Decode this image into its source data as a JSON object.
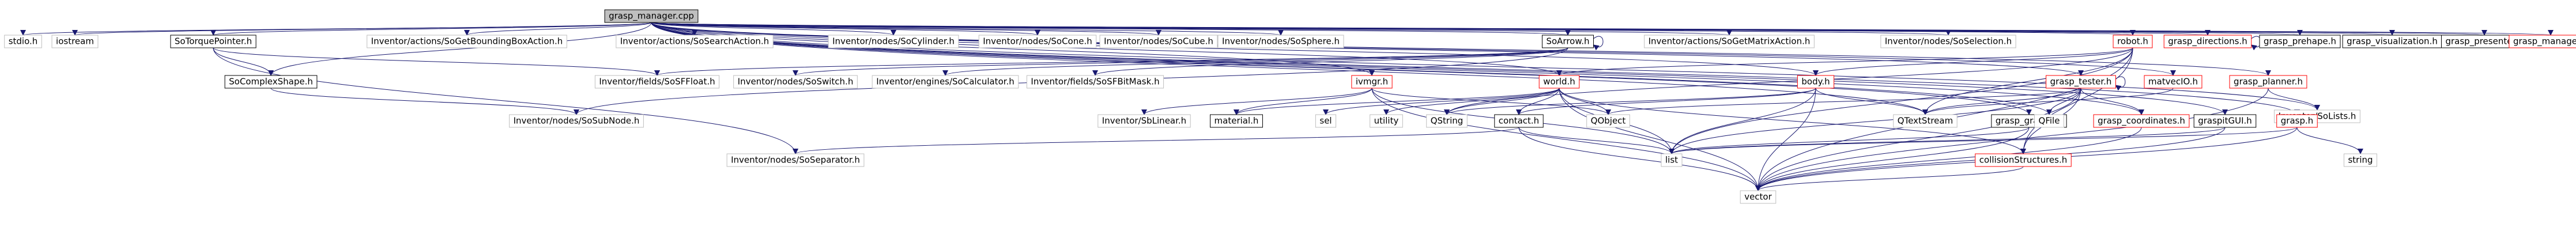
{
  "graph": {
    "root": {
      "id": "root",
      "label": "grasp_manager.cpp"
    },
    "nodes": [
      {
        "id": "stdio",
        "label": "stdio.h",
        "style": "external"
      },
      {
        "id": "iostream",
        "label": "iostream",
        "style": "external"
      },
      {
        "id": "sotorque",
        "label": "SoTorquePointer.h",
        "style": "documented"
      },
      {
        "id": "sogetbbox",
        "label": "Inventor/actions/SoGetBoundingBoxAction.h",
        "style": "external"
      },
      {
        "id": "sosearch",
        "label": "Inventor/actions/SoSearchAction.h",
        "style": "external"
      },
      {
        "id": "socylinder",
        "label": "Inventor/nodes/SoCylinder.h",
        "style": "external"
      },
      {
        "id": "socone",
        "label": "Inventor/nodes/SoCone.h",
        "style": "external"
      },
      {
        "id": "socube",
        "label": "Inventor/nodes/SoCube.h",
        "style": "external"
      },
      {
        "id": "sosphere",
        "label": "Inventor/nodes/SoSphere.h",
        "style": "external"
      },
      {
        "id": "soarrow",
        "label": "SoArrow.h",
        "style": "documented"
      },
      {
        "id": "sogetmatrix",
        "label": "Inventor/actions/SoGetMatrixAction.h",
        "style": "external"
      },
      {
        "id": "soselection",
        "label": "Inventor/nodes/SoSelection.h",
        "style": "external"
      },
      {
        "id": "robot",
        "label": "robot.h",
        "style": "cycle"
      },
      {
        "id": "graspdirections",
        "label": "grasp_directions.h",
        "style": "cycle"
      },
      {
        "id": "graspprehape",
        "label": "grasp_prehape.h",
        "style": "documented"
      },
      {
        "id": "graspvisualization",
        "label": "grasp_visualization.h",
        "style": "documented"
      },
      {
        "id": "graspplanner",
        "label": "grasp_planner.h",
        "style": "cycle"
      },
      {
        "id": "grasppresenter",
        "label": "grasp_presenter.h",
        "style": "documented"
      },
      {
        "id": "graspmanager",
        "label": "grasp_manager.h",
        "style": "cycle"
      },
      {
        "id": "socomplexshape",
        "label": "SoComplexShape.h",
        "style": "documented"
      },
      {
        "id": "sosffloat",
        "label": "Inventor/fields/SoSFFloat.h",
        "style": "external"
      },
      {
        "id": "soswitch",
        "label": "Inventor/nodes/SoSwitch.h",
        "style": "external"
      },
      {
        "id": "socalculator",
        "label": "Inventor/engines/SoCalculator.h",
        "style": "external"
      },
      {
        "id": "sosfbitmask",
        "label": "Inventor/fields/SoSFBitMask.h",
        "style": "external"
      },
      {
        "id": "ivmgr",
        "label": "ivmgr.h",
        "style": "cycle"
      },
      {
        "id": "world",
        "label": "world.h",
        "style": "cycle"
      },
      {
        "id": "body",
        "label": "body.h",
        "style": "cycle"
      },
      {
        "id": "grasptester",
        "label": "grasp_tester.h",
        "style": "cycle"
      },
      {
        "id": "matvecio",
        "label": "matvecIO.h",
        "style": "cycle"
      },
      {
        "id": "solists",
        "label": "Inventor/SoLists.h",
        "style": "external"
      },
      {
        "id": "sosubnode",
        "label": "Inventor/nodes/SoSubNode.h",
        "style": "external"
      },
      {
        "id": "sbl",
        "label": "Inventor/SbLinear.h",
        "style": "external"
      },
      {
        "id": "material",
        "label": "material.h",
        "style": "documented"
      },
      {
        "id": "sel",
        "label": "sel",
        "style": "external"
      },
      {
        "id": "utility",
        "label": "utility",
        "style": "external"
      },
      {
        "id": "qstring",
        "label": "QString",
        "style": "external"
      },
      {
        "id": "contact",
        "label": "contact.h",
        "style": "documented"
      },
      {
        "id": "qobject",
        "label": "QObject",
        "style": "external"
      },
      {
        "id": "qtextstream",
        "label": "QTextStream",
        "style": "external"
      },
      {
        "id": "graspgraspit",
        "label": "grasp_graspit.h",
        "style": "documented"
      },
      {
        "id": "qfile",
        "label": "QFile",
        "style": "external"
      },
      {
        "id": "graspcoordinates",
        "label": "grasp_coordinates.h",
        "style": "cycle"
      },
      {
        "id": "graspitgui",
        "label": "graspitGUI.h",
        "style": "documented"
      },
      {
        "id": "grasp",
        "label": "grasp.h",
        "style": "cycle"
      },
      {
        "id": "soseparator",
        "label": "Inventor/nodes/SoSeparator.h",
        "style": "external"
      },
      {
        "id": "list",
        "label": "list",
        "style": "external"
      },
      {
        "id": "collisionstructures",
        "label": "collisionStructures.h",
        "style": "cycle"
      },
      {
        "id": "string",
        "label": "string",
        "style": "external"
      },
      {
        "id": "vector",
        "label": "vector",
        "style": "external"
      }
    ],
    "edges": [
      [
        "root",
        "stdio"
      ],
      [
        "root",
        "iostream"
      ],
      [
        "root",
        "sotorque"
      ],
      [
        "root",
        "sogetbbox"
      ],
      [
        "root",
        "sosearch"
      ],
      [
        "root",
        "socylinder"
      ],
      [
        "root",
        "socone"
      ],
      [
        "root",
        "socube"
      ],
      [
        "root",
        "sosphere"
      ],
      [
        "root",
        "soarrow"
      ],
      [
        "root",
        "sogetmatrix"
      ],
      [
        "root",
        "soselection"
      ],
      [
        "root",
        "robot"
      ],
      [
        "root",
        "graspdirections"
      ],
      [
        "root",
        "graspprehape"
      ],
      [
        "root",
        "graspvisualization"
      ],
      [
        "root",
        "graspplanner"
      ],
      [
        "root",
        "grasppresenter"
      ],
      [
        "root",
        "graspmanager"
      ],
      [
        "root",
        "socomplexshape"
      ],
      [
        "root",
        "ivmgr"
      ],
      [
        "root",
        "world"
      ],
      [
        "root",
        "body"
      ],
      [
        "root",
        "grasptester"
      ],
      [
        "root",
        "matvecio"
      ],
      [
        "root",
        "graspgraspit"
      ],
      [
        "root",
        "graspcoordinates"
      ],
      [
        "root",
        "graspitgui"
      ],
      [
        "root",
        "grasp"
      ],
      [
        "root",
        "qfile"
      ],
      [
        "root",
        "qtextstream"
      ],
      [
        "root",
        "solists"
      ],
      [
        "sotorque",
        "socomplexshape"
      ],
      [
        "sotorque",
        "sosffloat"
      ],
      [
        "sotorque",
        "soseparator"
      ],
      [
        "socomplexshape",
        "sosubnode"
      ],
      [
        "soarrow",
        "soarrow"
      ],
      [
        "soarrow",
        "sosffloat"
      ],
      [
        "soarrow",
        "soswitch"
      ],
      [
        "soarrow",
        "socalculator"
      ],
      [
        "soarrow",
        "sosfbitmask"
      ],
      [
        "soarrow",
        "sosubnode"
      ],
      [
        "graspdirections",
        "graspdirections"
      ],
      [
        "graspplanner",
        "solists"
      ],
      [
        "graspplanner",
        "vector"
      ],
      [
        "robot",
        "world"
      ],
      [
        "robot",
        "body"
      ],
      [
        "robot",
        "qstring"
      ],
      [
        "robot",
        "qtextstream"
      ],
      [
        "robot",
        "vector"
      ],
      [
        "robot",
        "collisionstructures"
      ],
      [
        "robot",
        "list"
      ],
      [
        "ivmgr",
        "sbl"
      ],
      [
        "ivmgr",
        "material"
      ],
      [
        "ivmgr",
        "qobject"
      ],
      [
        "ivmgr",
        "vector"
      ],
      [
        "ivmgr",
        "list"
      ],
      [
        "world",
        "material"
      ],
      [
        "world",
        "sel"
      ],
      [
        "world",
        "utility"
      ],
      [
        "world",
        "qstring"
      ],
      [
        "world",
        "contact"
      ],
      [
        "world",
        "qobject"
      ],
      [
        "world",
        "list"
      ],
      [
        "world",
        "vector"
      ],
      [
        "world",
        "collisionstructures"
      ],
      [
        "body",
        "qstring"
      ],
      [
        "body",
        "contact"
      ],
      [
        "body",
        "qtextstream"
      ],
      [
        "body",
        "list"
      ],
      [
        "body",
        "vector"
      ],
      [
        "contact",
        "list"
      ],
      [
        "contact",
        "vector"
      ],
      [
        "contact",
        "soseparator"
      ],
      [
        "grasptester",
        "grasptester"
      ],
      [
        "grasptester",
        "qobject"
      ],
      [
        "grasptester",
        "qtextstream"
      ],
      [
        "grasptester",
        "qfile"
      ],
      [
        "grasptester",
        "graspcoordinates"
      ],
      [
        "grasptester",
        "list"
      ],
      [
        "grasptester",
        "vector"
      ],
      [
        "grasptester",
        "collisionstructures"
      ],
      [
        "matvecio",
        "qtextstream"
      ],
      [
        "graspgraspit",
        "list"
      ],
      [
        "graspgraspit",
        "vector"
      ],
      [
        "graspitgui",
        "list"
      ],
      [
        "graspitgui",
        "vector"
      ],
      [
        "grasp",
        "string"
      ],
      [
        "grasp",
        "list"
      ],
      [
        "grasp",
        "vector"
      ],
      [
        "collisionstructures",
        "vector"
      ],
      [
        "graspcoordinates",
        "vector"
      ]
    ]
  },
  "colors": {
    "root_fill": "#bfbfbf",
    "documented_border": "#000000",
    "cycle_border": "#ff0000",
    "external_border": "#bfbfbf",
    "edge": "#191970",
    "text": "#000000"
  }
}
